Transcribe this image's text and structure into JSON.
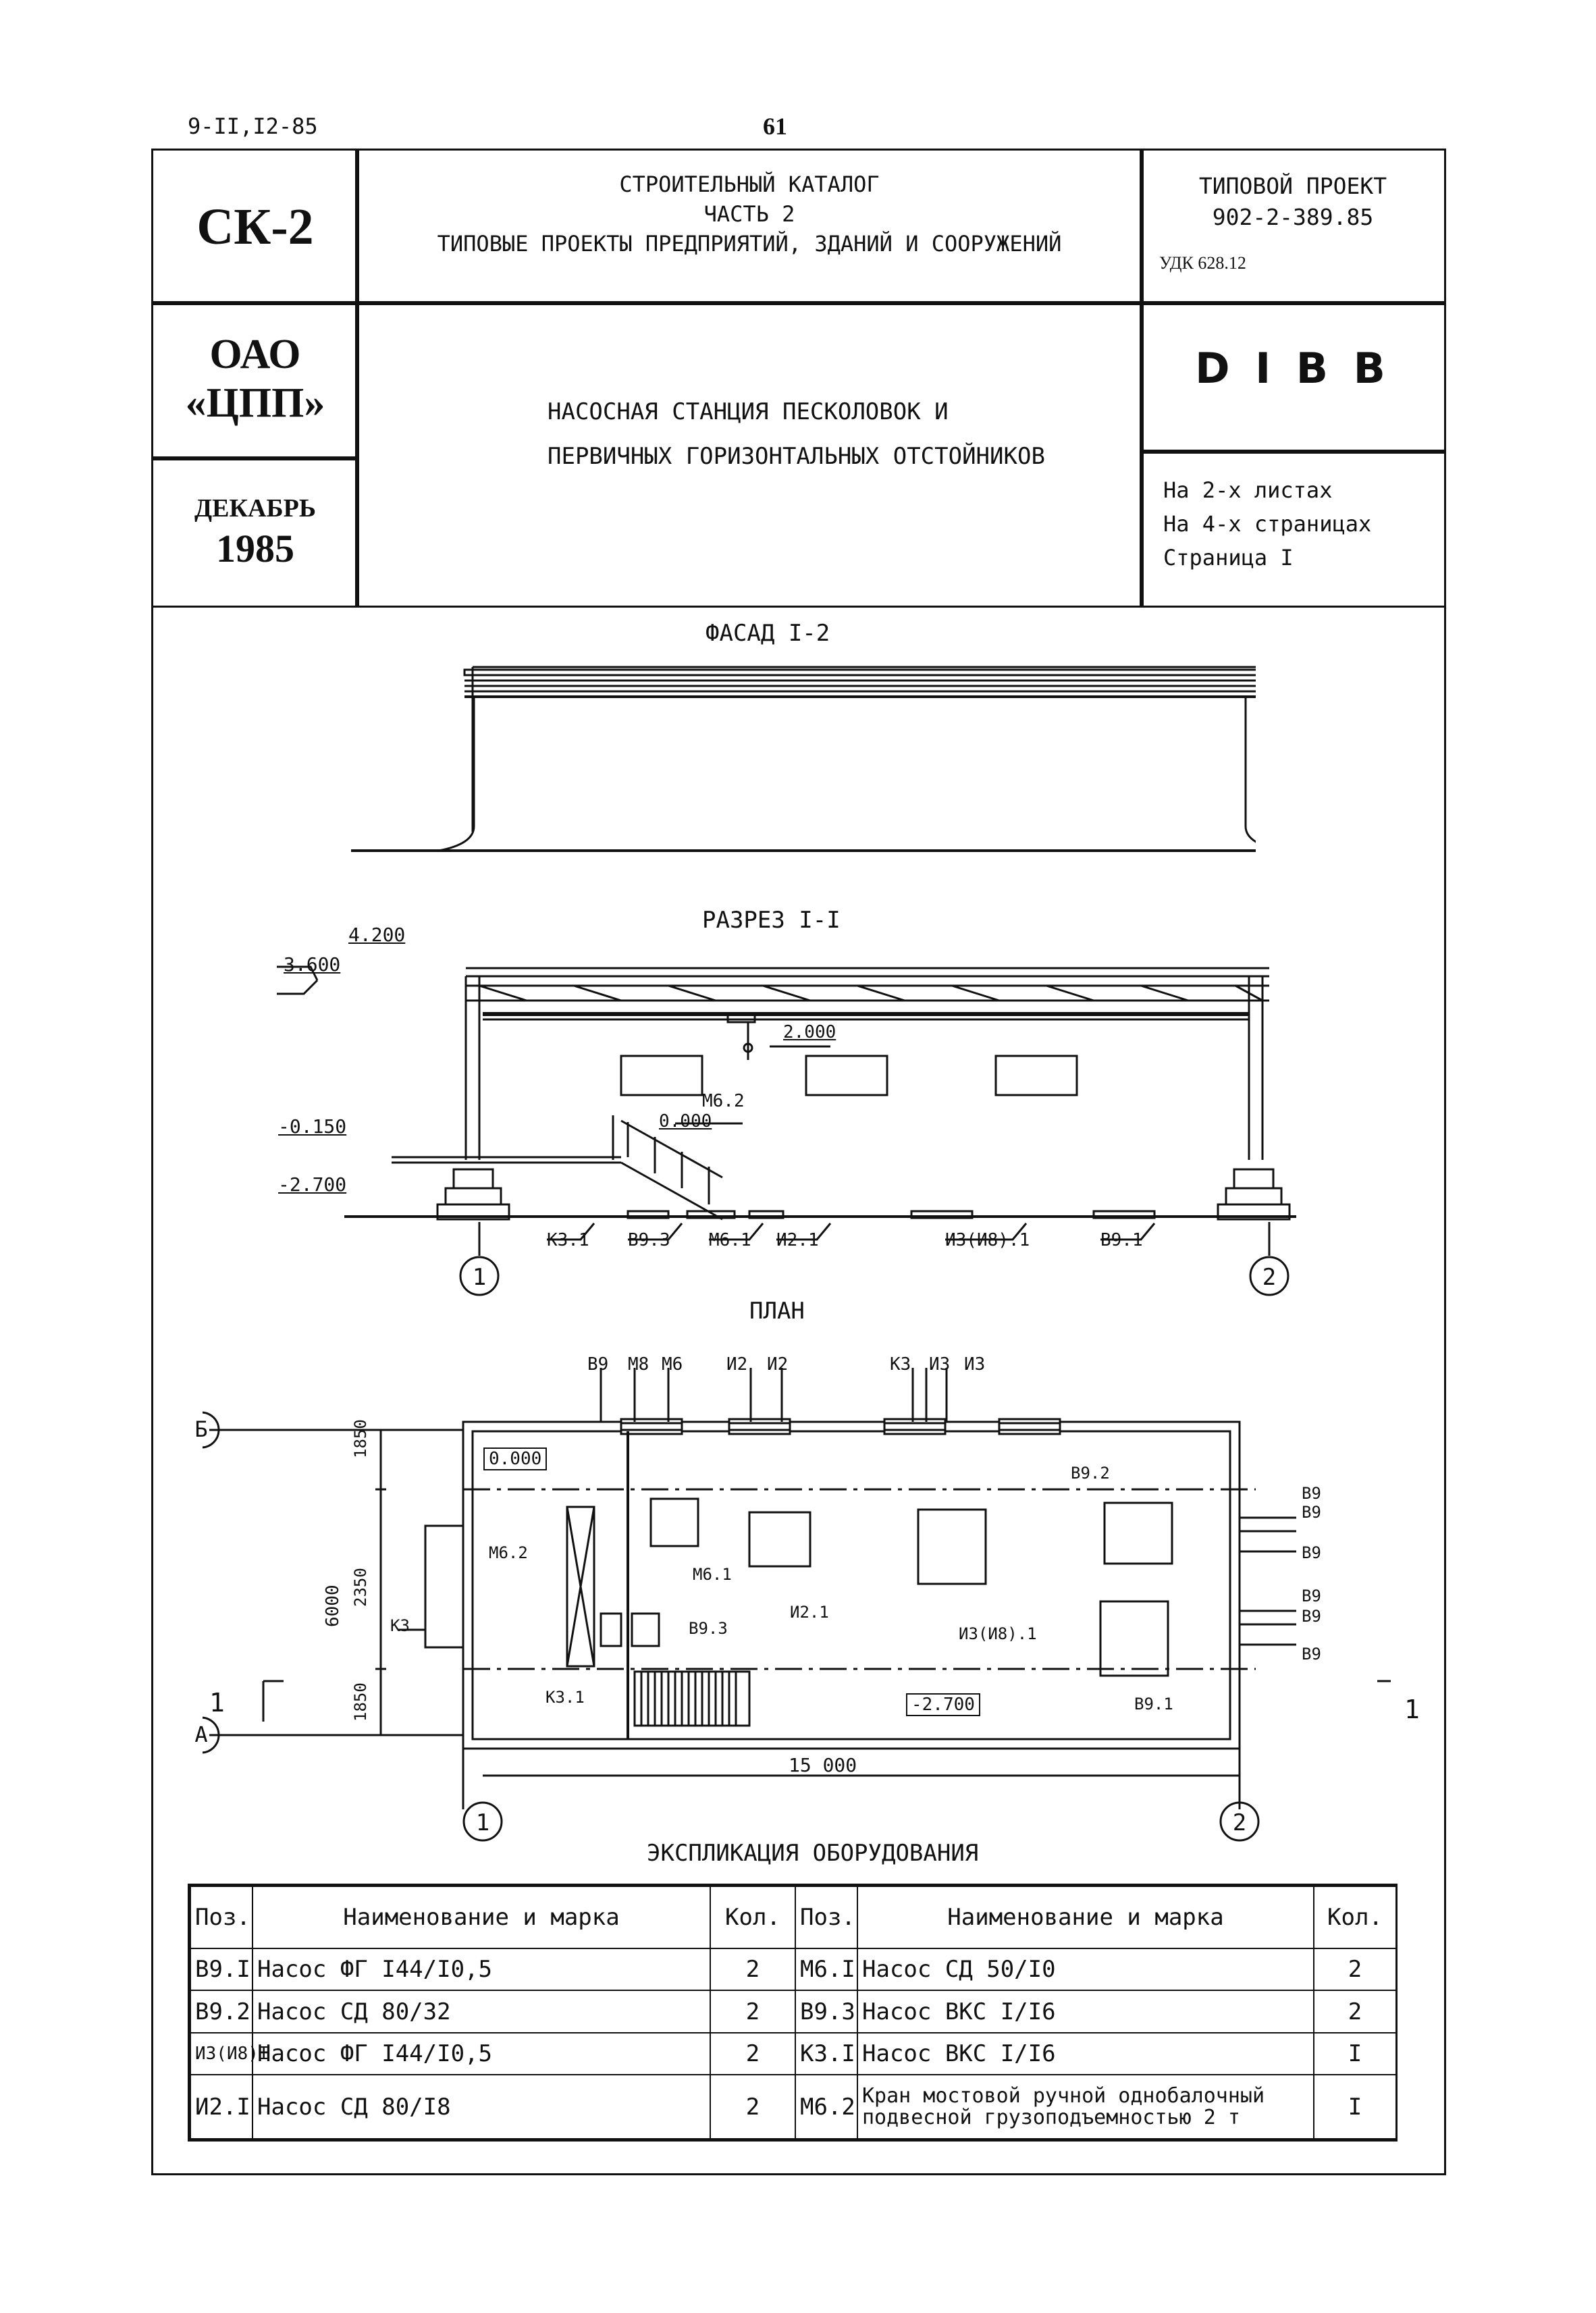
{
  "page": {
    "doc_code": "9-II,I2-85",
    "page_number": "61"
  },
  "title_block": {
    "series": "СК-2",
    "org_line1": "ОАО",
    "org_line2": "«ЦПП»",
    "month": "ДЕКАБРЬ",
    "year": "1985",
    "catalog_line1": "СТРОИТЕЛЬНЫЙ КАТАЛОГ",
    "catalog_line2": "ЧАСТЬ 2",
    "catalog_line3": "ТИПОВЫЕ ПРОЕКТЫ ПРЕДПРИЯТИЙ, ЗДАНИЙ И СООРУЖЕНИЙ",
    "project_line1": "ТИПОВОЙ ПРОЕКТ",
    "project_line2": "902-2-389.85",
    "udk": "УДК 628.12",
    "sheet_code": "D I B B",
    "object_line1": "НАСОСНАЯ СТАНЦИЯ ПЕСКОЛОВОК И",
    "object_line2": "ПЕРВИЧНЫХ ГОРИЗОНТАЛЬНЫХ ОТСТОЙНИКОВ",
    "sheets_line1": "На 2-х листах",
    "sheets_line2": "На 4-х страницах",
    "sheets_line3": "Страница I"
  },
  "drawings": {
    "facade_title": "ФАСАД I-2",
    "section_title": "РАЗРЕЗ I-I",
    "plan_title": "ПЛАН",
    "explication_title": "ЭКСПЛИКАЦИЯ ОБОРУДОВАНИЯ",
    "section_marks": {
      "m4200": "4.200",
      "m3600": "3.600",
      "m2000": "2.000",
      "m0000": "0.000",
      "m0150": "-0.150",
      "m2700": "-2.700",
      "crane": "М6.2",
      "labels": [
        "К3.1",
        "В9.3",
        "М6.1",
        "И2.1",
        "И3(И8).1",
        "В9.1"
      ],
      "axis1": "1",
      "axis2": "2"
    },
    "plan_marks": {
      "top_pipes": [
        "В9",
        "М8",
        "М6",
        "И2",
        "И2",
        "К3",
        "И3",
        "И3"
      ],
      "right_pipes": [
        "В9",
        "В9",
        "В9",
        "В9",
        "В9",
        "В9"
      ],
      "axis_b": "Б",
      "axis_a": "А",
      "axis1": "1",
      "axis2": "2",
      "dim_1850a": "1850",
      "dim_2350": "2350",
      "dim_1850b": "1850",
      "dim_6000": "6000",
      "dim_15000": "15 000",
      "level_000": "0.000",
      "level_2700": "-2.700",
      "k3": "К3",
      "cut_left": "1",
      "cut_right": "1",
      "m62": "М6.2",
      "m61": "М6.1",
      "i21": "И2.1",
      "i3": "И3(И8).1",
      "b92": "В9.2",
      "b93": "В9.3",
      "b91": "В9.1",
      "k31": "К3.1"
    }
  },
  "explication": {
    "headers": {
      "pos": "Поз.",
      "name": "Наименование и марка",
      "qty": "Кол."
    },
    "left": [
      {
        "pos": "В9.I",
        "name": "Насос ФГ I44/I0,5",
        "qty": "2"
      },
      {
        "pos": "В9.2",
        "name": "Насос СД 80/32",
        "qty": "2"
      },
      {
        "pos": "И3(И8)I",
        "name": "Насос ФГ I44/I0,5",
        "qty": "2"
      },
      {
        "pos": "И2.I",
        "name": "Насос СД 80/I8",
        "qty": "2"
      }
    ],
    "right": [
      {
        "pos": "М6.I",
        "name": "Насос СД 50/I0",
        "qty": "2"
      },
      {
        "pos": "В9.3",
        "name": "Насос ВКС I/I6",
        "qty": "2"
      },
      {
        "pos": "К3.I",
        "name": "Насос ВКС I/I6",
        "qty": "I"
      },
      {
        "pos": "М6.2",
        "name": "Кран мостовой ручной однобалочный подвесной грузоподъемностью 2 т",
        "qty": "I"
      }
    ]
  }
}
